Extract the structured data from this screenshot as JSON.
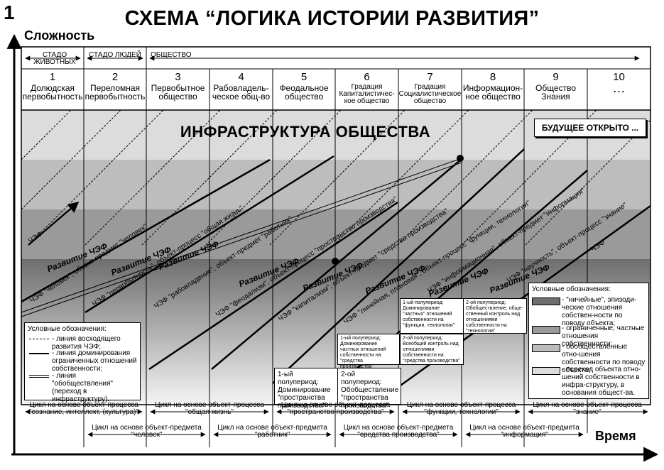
{
  "figure_number": "1",
  "title": "СХЕМА “ЛОГИКА ИСТОРИИ РАЗВИТИЯ”",
  "axis": {
    "y": "Сложность",
    "x": "Время"
  },
  "phases": [
    {
      "label": "СТАДО ЖИВОТНЫХ"
    },
    {
      "label": "СТАДО ЛЮДЕЙ"
    },
    {
      "label": "ОБЩЕСТВО"
    }
  ],
  "eras": [
    {
      "n": "1",
      "name": "Долюдская первобытность"
    },
    {
      "n": "2",
      "name": "Переломная первобытность"
    },
    {
      "n": "3",
      "name": "Первобытное общество"
    },
    {
      "n": "4",
      "name": "Рабовладель-ческое общ-во"
    },
    {
      "n": "5",
      "name": "Феодальное общество"
    },
    {
      "n": "6",
      "name": "Градация Капиталистичес-кое общество"
    },
    {
      "n": "7",
      "name": "Градация Социалистическое общество"
    },
    {
      "n": "8",
      "name": "Информацион-ное общество"
    },
    {
      "n": "9",
      "name": "Общество Знания"
    },
    {
      "n": "10",
      "name": "…"
    }
  ],
  "infra_label": "ИНФРАСТРУКТУРА ОБЩЕСТВА",
  "future_label": "БУДУЩЕЕ ОТКРЫТО ...",
  "flow_labels": {
    "develop": "Развитие ЧЭФ",
    "ches": "ЧЭФ",
    "l1": "ЧЭФ \"человек\", объект-предмет \"человек\"",
    "l2": "ЧЭФ \"первобытность\", объект-процесс \"общая жизнь\"",
    "l3": "ЧЭФ \"рабовладение\", объект-предмет \"работник\"",
    "l4": "ЧЭФ \"феодализм\", объект-процесс \"пространство производства\"",
    "l5": "ЧЭФ \"капитализм\", объект-предмет \"средства производства\"",
    "l6": "ЧЭФ \"линейная, плановая\", объект-процесс \"функции, технологии\"",
    "l7": "ЧЭФ \"информационная\", объект-предмет \"информация\"",
    "l8": "ЧЭФ \"научность\", объект-процесс \"знание\""
  },
  "legend_left": {
    "title": "Условные обозначения:",
    "items": [
      "- линия восходящего развития ЧЭФ;",
      "- линия доминирования ограниченных отношений собственности;",
      "- линия \"обобществления\" (переход в инфраструктуру)."
    ]
  },
  "legend_right": {
    "title": "Условные обозначения:",
    "items": [
      "- \"ничейные\", эпизоди-ческие отношения собствен-ности по поводу объекта;",
      "- ограниченные, частные отношения собственности;",
      "- обобществленные отно-шения собственности по поводу объекта;",
      "- переход объекта отно-шений собственности в инфра-структуру, в основания общест-ва."
    ]
  },
  "half_periods": {
    "p1a": "1-ый полупериод: Доминирование \"пространства производства\"",
    "p2a": "2-ой полупериод: Обобществление \"пространства производства\"",
    "p1b": "1-ый полупериод: Доминирование частных отношений собственности на \"средства производства\"",
    "p2b": "2-ой полупериод: Всеобщий контроль над отношениями собственности на \"средства производства\"",
    "p1c": "1-ый полупериод: Доминирование \"частных\" отношений собственности на \"функции, технологии\"",
    "p2c": "2-ой полупериод: Обобществление, обще-ственный контроль над отношениями собственности на \"технологии\""
  },
  "cycles_process": [
    "Цикл на основе объект-процесса \"сознание, интеллект, (культура)\"",
    "Цикл на основе объект-процесса \"общая жизнь\"",
    "Цикл на основе объект-процесса \"пространство производства\"",
    "Цикл на основе объект-процесса \"функции, технологии\"",
    "Цикл на основе объект-процесса \"знание\""
  ],
  "cycles_object": [
    "Цикл на основе объект-предмета \"человек\"",
    "Цикл на основе объект-предмета \"работник\"",
    "Цикл на основе объект-предмета \"средства производства\"",
    "Цикл на основе объект-предмета \"информация\""
  ],
  "colors": {
    "band_light": "#d8d8d8",
    "band_mid": "#a9a9a9",
    "band_dark": "#7a7a7a",
    "ink": "#000000"
  }
}
